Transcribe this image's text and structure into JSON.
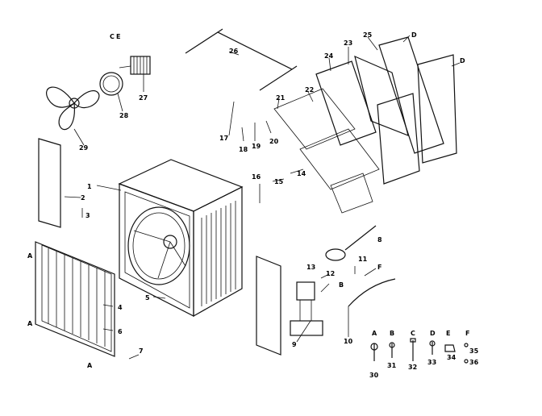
{
  "diagram": {
    "callouts": [
      "1",
      "2",
      "3",
      "4",
      "5",
      "6",
      "7",
      "8",
      "9",
      "10",
      "11",
      "12",
      "13",
      "14",
      "15",
      "16",
      "17",
      "18",
      "19",
      "20",
      "21",
      "22",
      "23",
      "24",
      "25",
      "26",
      "27",
      "28",
      "29",
      "30",
      "31",
      "32",
      "33",
      "34",
      "35",
      "36"
    ],
    "letters": [
      "A",
      "A",
      "A",
      "B",
      "C",
      "D",
      "D",
      "E",
      "F"
    ],
    "hardware_letters": [
      "A",
      "B",
      "C",
      "D",
      "E",
      "F"
    ]
  }
}
